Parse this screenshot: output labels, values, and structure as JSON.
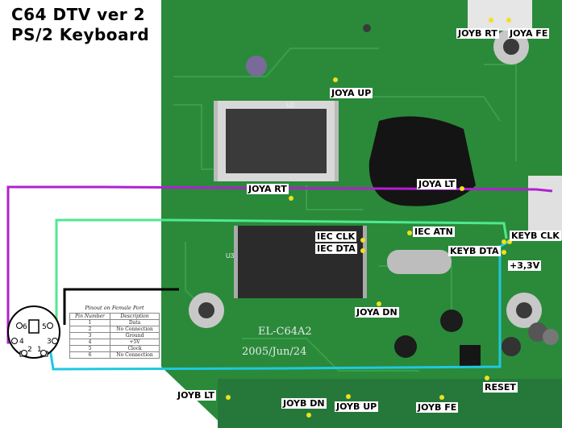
{
  "title": {
    "line1": "C64 DTV ver 2",
    "line2": "PS/2 Keyboard"
  },
  "board_silkscreen": {
    "model": "EL-C64A2",
    "date": "2005/Jun/24",
    "chip_u2": "U2",
    "chip_u3": "U3"
  },
  "pin_labels": {
    "joyb_rt": "JOYB RT",
    "joya_fe": "JOYA FE",
    "joya_up": "JOYA UP",
    "joya_rt": "JOYA RT",
    "joya_lt": "JOYA LT",
    "iec_clk": "IEC CLK",
    "iec_atn": "IEC ATN",
    "iec_dta": "IEC DTA",
    "keyb_clk": "KEYB CLK",
    "keyb_dta": "KEYB DTA",
    "v33": "+3,3V",
    "joya_dn": "JOYA DN",
    "reset": "RESET",
    "joyb_lt": "JOYB LT",
    "joyb_dn": "JOYB DN",
    "joyb_up": "JOYB UP",
    "joyb_fe": "JOYB FE"
  },
  "connector": {
    "pins": [
      "6",
      "5",
      "4",
      "3",
      "2",
      "1"
    ]
  },
  "pinout_table": {
    "caption": "Pinout on Female Port",
    "headers": [
      "Pin Number",
      "Description"
    ],
    "rows": [
      [
        "1",
        "Data"
      ],
      [
        "2",
        "No Connection"
      ],
      [
        "3",
        "Ground"
      ],
      [
        "4",
        "+5V"
      ],
      [
        "5",
        "Clock"
      ],
      [
        "6",
        "No Connection"
      ]
    ]
  },
  "wire_colors": {
    "joy": "#b020d0",
    "clock": "#50e890",
    "ground": "#000000",
    "data": "#20c8e0",
    "pcb": "#2a8a3a",
    "pad": "#f0e020"
  }
}
